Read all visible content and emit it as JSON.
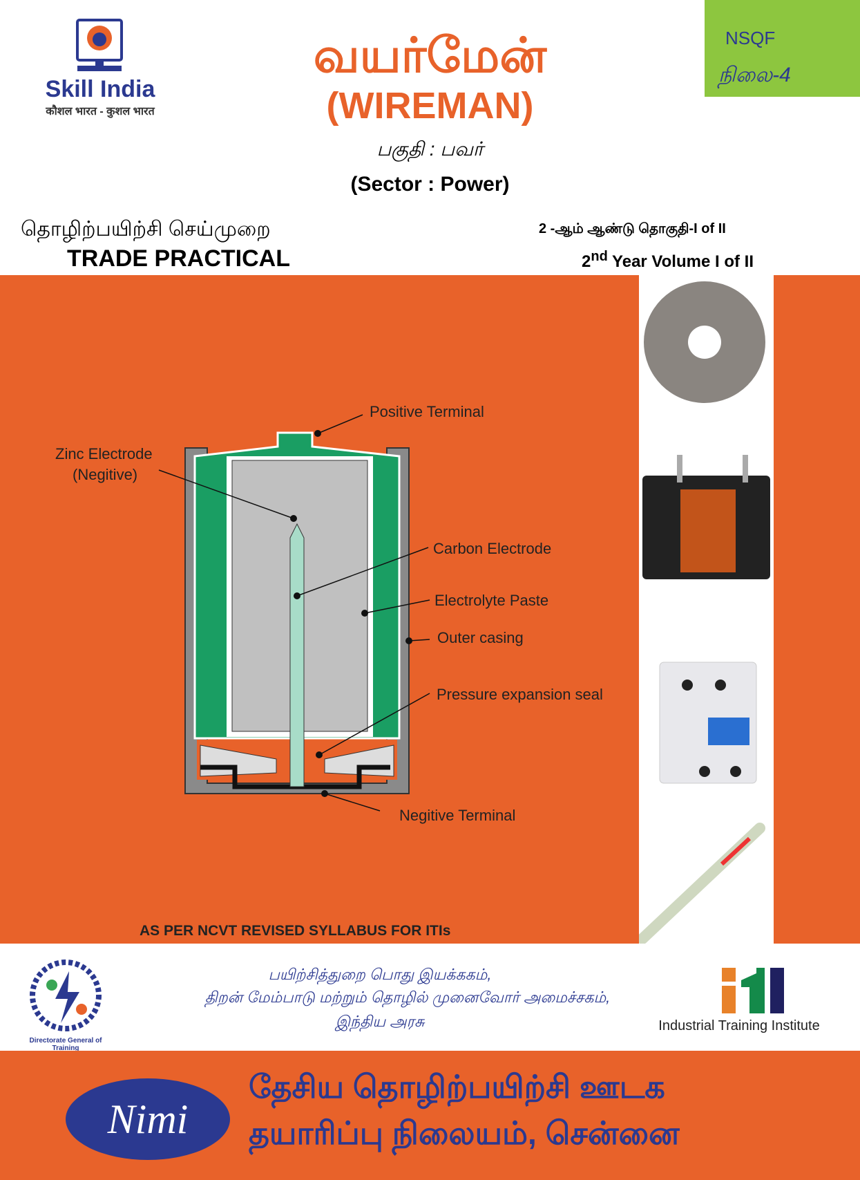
{
  "header": {
    "skill_india": {
      "name": "Skill India",
      "tagline": "कौशल भारत - कुशल भारत"
    },
    "nsqf": {
      "label": "NSQF",
      "level": "நிலை-4"
    },
    "title_tamil": "வயர்மேன்",
    "title_english": "(WIREMAN)",
    "sector_tamil": "பகுதி : பவர்",
    "sector_english": "(Sector :  Power)",
    "trade_tamil": "தொழிற்பயிற்சி செய்முறை",
    "trade_english": "TRADE PRACTICAL",
    "volume_tamil": "2 -ஆம் ஆண்டு தொகுதி-I of II",
    "volume_year": "2",
    "volume_sup": "nd",
    "volume_english": " Year Volume I of II"
  },
  "diagram": {
    "labels": {
      "positive": "Positive Terminal",
      "zinc1": "Zinc Electrode",
      "zinc2": "(Negitive)",
      "carbon": "Carbon Electrode",
      "electrolyte": "Electrolyte Paste",
      "outer": "Outer casing",
      "seal": "Pressure expansion seal",
      "negative": "Negitive  Terminal"
    },
    "colors": {
      "casing": "#8a8a8a",
      "zinc": "#1a9e63",
      "paste": "#c0c0c0",
      "carbon": "#a8dcc8",
      "orange": "#E8622A"
    }
  },
  "syllabus": "AS PER NCVT REVISED  SYLLABUS FOR ITIs",
  "dgt": {
    "logo_text": "Directorate General of Training",
    "line1": "பயிற்சித்துறை பொது இயக்ககம்,",
    "line2": "திறன் மேம்பாடு மற்றும் தொழில் முனைவோர் அமைச்சகம்,",
    "line3": "இந்திய அரசு"
  },
  "iti": {
    "caption": "Industrial Training Institute"
  },
  "nimi": {
    "logo": "Nimi",
    "line1": "தேசிய தொழிற்பயிற்சி ஊடக",
    "line2": "தயாரிப்பு நிலையம், சென்னை"
  }
}
